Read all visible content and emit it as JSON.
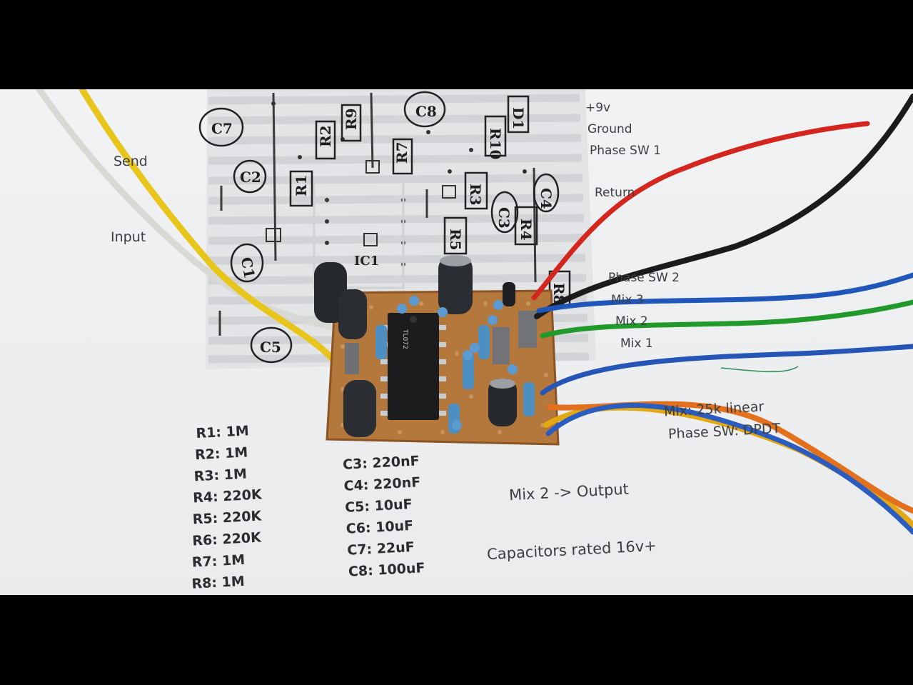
{
  "photo": {
    "board_labels": {
      "plus9v": "+9v",
      "ground": "Ground",
      "phase_sw1": "Phase SW 1",
      "return": "Return",
      "phase_sw2": "Phase SW 2",
      "mix3": "Mix 3",
      "mix2": "Mix 2",
      "mix1": "Mix 1",
      "send": "Send",
      "input": "Input",
      "ic1": "IC1",
      "mix_pot": "Mix: 25k linear",
      "phase_switch": "Phase SW: DPDT",
      "mix2_output": "Mix 2 -> Output",
      "capacitors_rating": "Capacitors rated 16v+"
    },
    "layout_refs": [
      "C7",
      "C8",
      "C2",
      "C1",
      "C5",
      "C4",
      "C3",
      "R1",
      "R2",
      "R3",
      "R4",
      "R5",
      "R7",
      "R9",
      "R10",
      "D1",
      "R8"
    ],
    "resistor_list": [
      "R1: 1M",
      "R2: 1M",
      "R3: 1M",
      "R4: 220K",
      "R5: 220K",
      "R6: 220K",
      "R7: 1M",
      "R8: 1M"
    ],
    "capacitor_list": [
      "C3: 220nF",
      "C4: 220nF",
      "C5: 10uF",
      "C6: 10uF",
      "C7: 22uF",
      "C8: 100uF"
    ],
    "chip_marking": "TL072"
  }
}
